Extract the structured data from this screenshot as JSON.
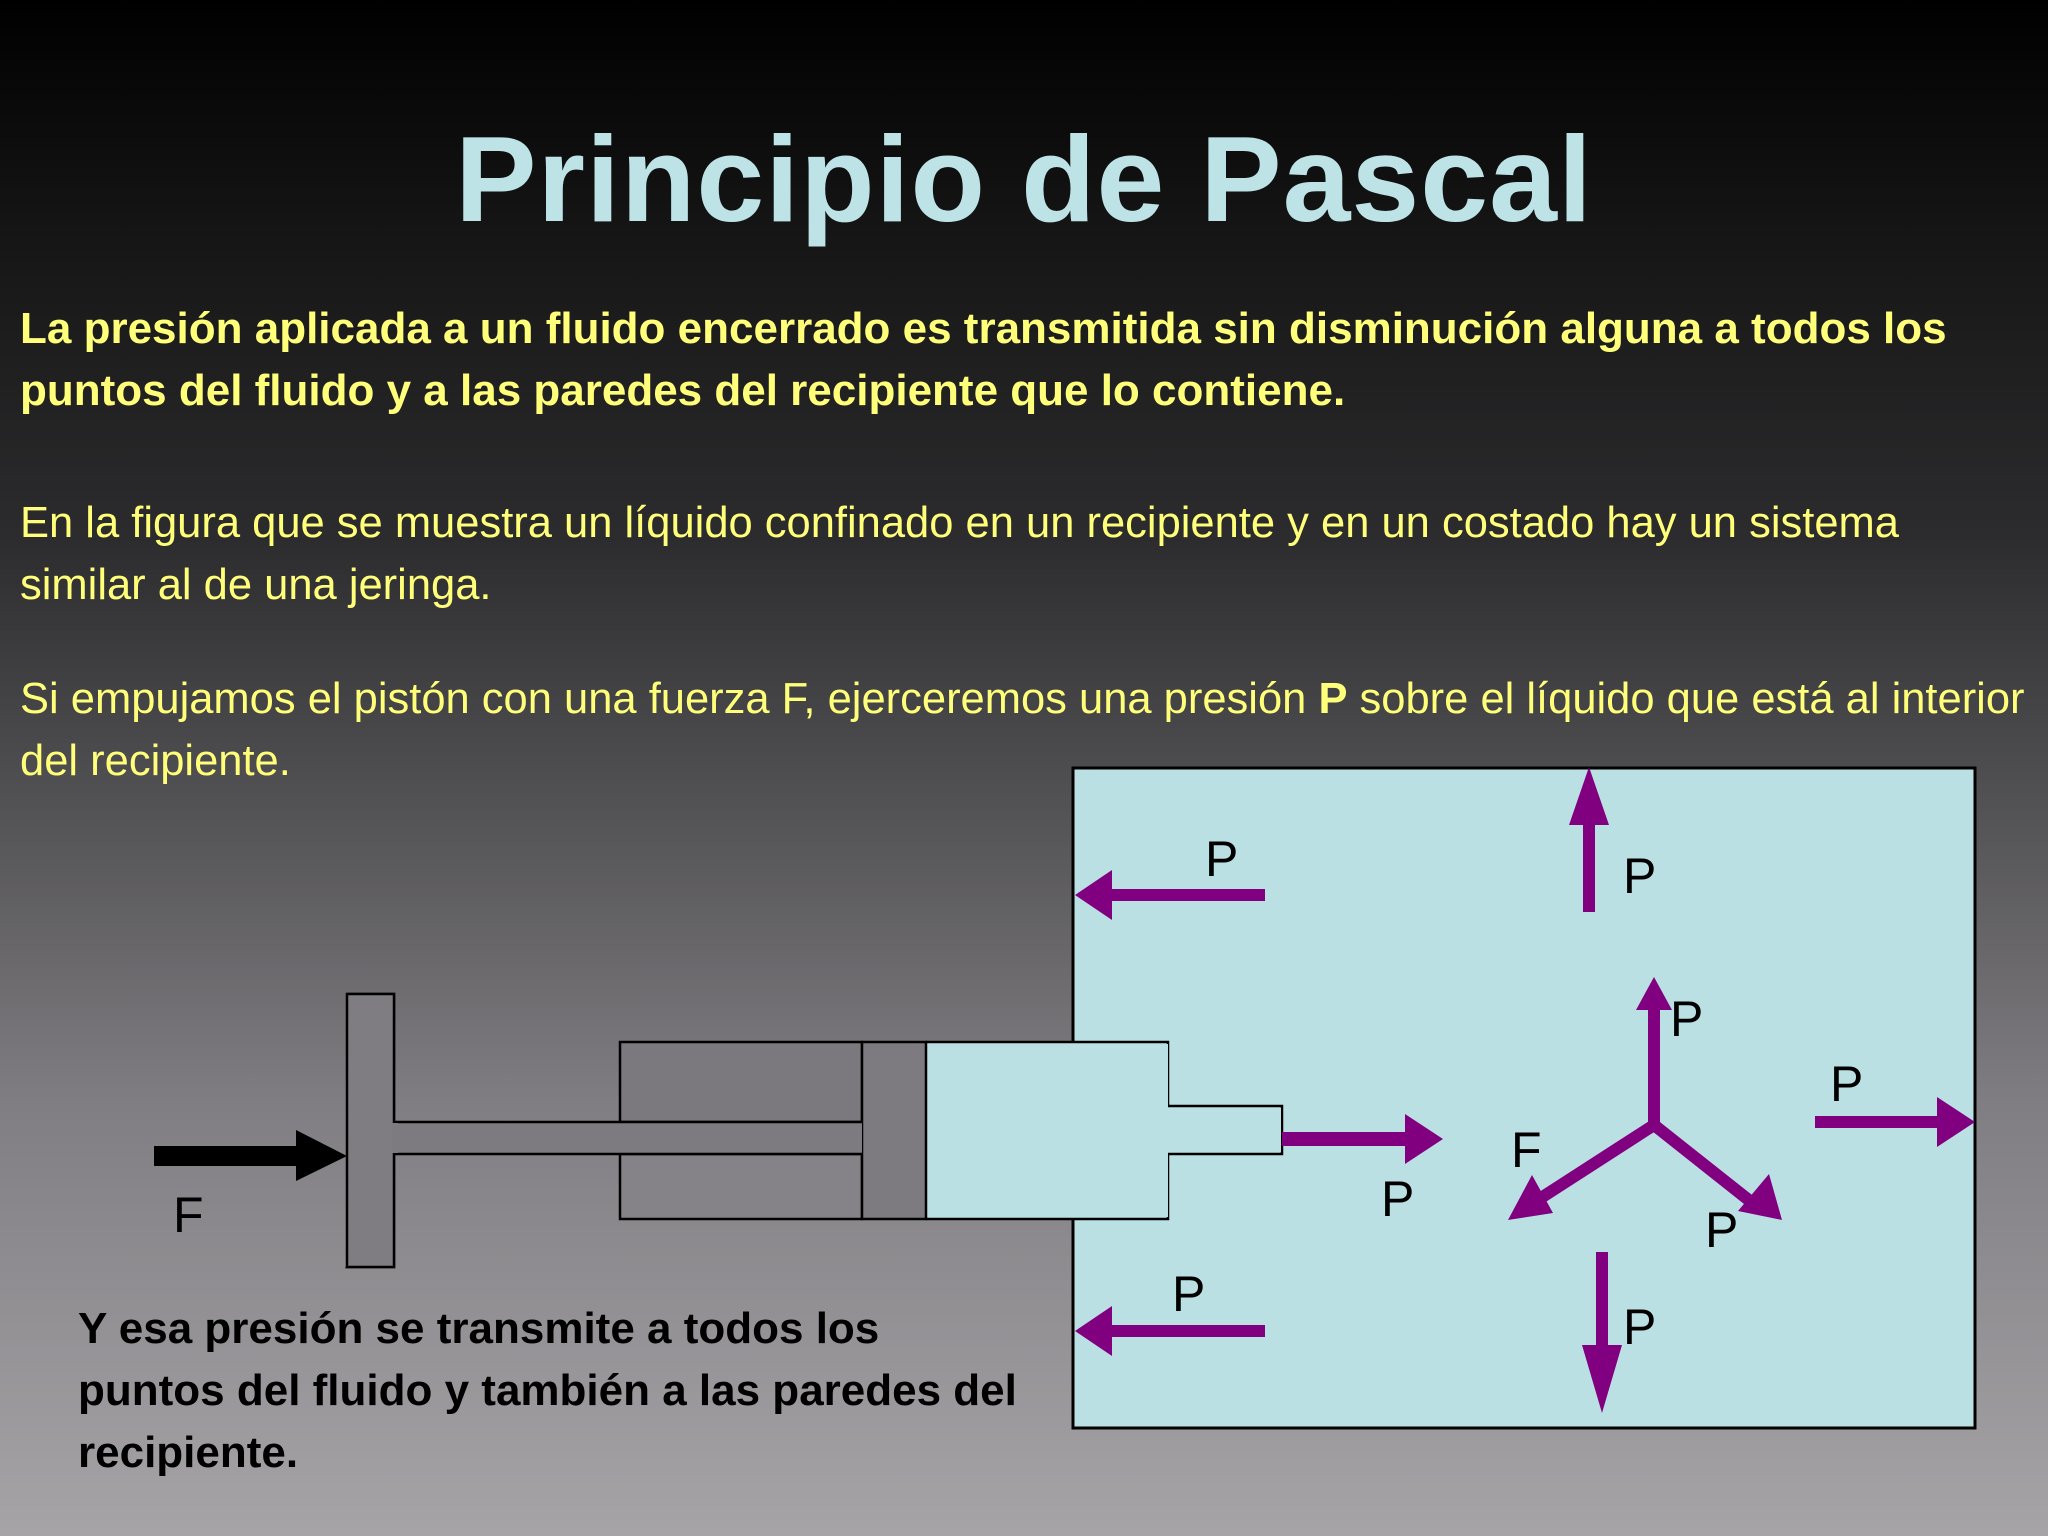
{
  "slide": {
    "title": "Principio de Pascal",
    "definition": "La presión aplicada a un fluido encerrado es transmitida sin disminución alguna a todos los puntos del fluido y a las paredes del recipiente que lo contiene.",
    "paragraph_figure": "En la figura que se muestra un líquido confinado en un recipiente y en un costado hay un sistema similar al de una jeringa.",
    "paragraph_piston": {
      "before": "Si empujamos el pistón con una fuerza F, ejerceremos una presión ",
      "bold": "P",
      "after": " sobre el líquido que está al interior del recipiente."
    },
    "caption": "Y esa presión se transmite a todos los puntos del fluido y también a las paredes del recipiente."
  },
  "colors": {
    "title": "#bde3e6",
    "text": "#ffff7a",
    "fluid": "#bbe0e3",
    "arrow": "#800080",
    "syringe": "#7d7b80"
  },
  "diagram": {
    "force_label": "F",
    "labels": {
      "left_top": "P",
      "top": "P",
      "center_up": "P",
      "right": "P",
      "nozzle": "P",
      "center_left": "F",
      "center_right": "P",
      "left_bottom": "P",
      "bottom": "P"
    }
  }
}
